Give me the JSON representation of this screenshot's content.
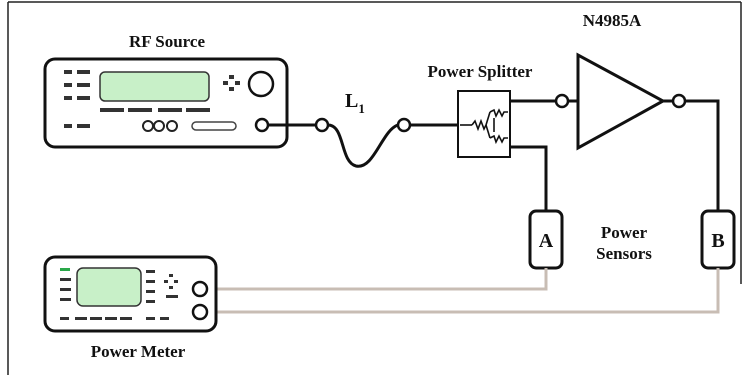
{
  "labels": {
    "rf_source": "RF Source",
    "dut": "N4985A",
    "splitter": "Power Splitter",
    "line_main": "L",
    "line_sub": "1",
    "sensor_a": "A",
    "sensor_b": "B",
    "sensors_line1": "Power",
    "sensors_line2": "Sensors",
    "power_meter": "Power Meter"
  },
  "colors": {
    "frame": "#222222",
    "display": "#c8f0c8",
    "rf_cable": "#111111",
    "sensor_cable": "#c8bdb4",
    "indicator": "#2aa84a"
  }
}
